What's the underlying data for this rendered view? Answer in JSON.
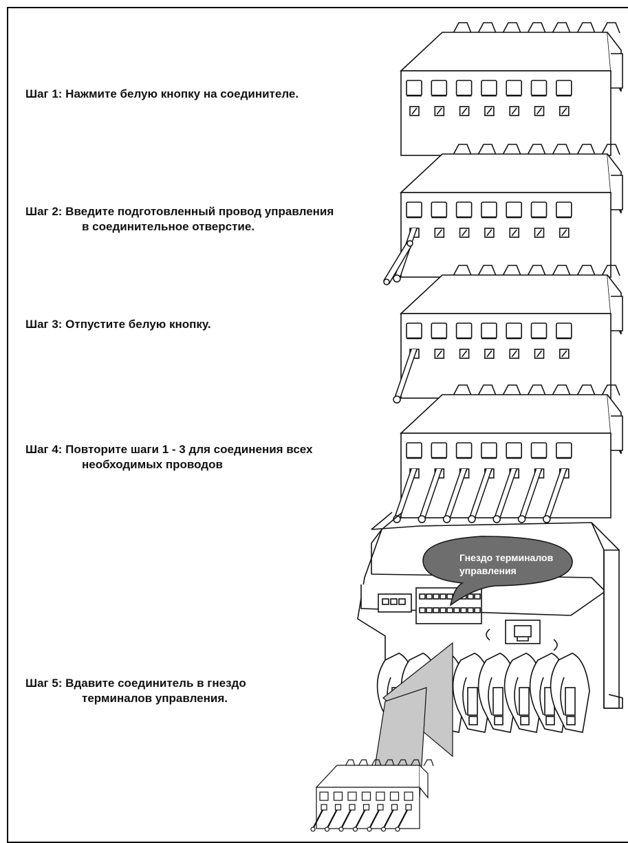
{
  "steps": [
    {
      "id": 1,
      "line1": "Шаг 1: Нажмите белую кнопку на соединителе.",
      "line2": ""
    },
    {
      "id": 2,
      "line1": "Шаг 2: Введите подготовленный провод управления",
      "line2": "в соединительное отверстие."
    },
    {
      "id": 3,
      "line1": "Шаг 3: Отпустите белую кнопку.",
      "line2": ""
    },
    {
      "id": 4,
      "line1": "Шаг 4: Повторите шаги 1 - 3 для соединения всех",
      "line2": "необходимых проводов"
    },
    {
      "id": 5,
      "line1": "Шаг 5: Вдавите соединитель в гнездо",
      "line2": "терминалов управления."
    }
  ],
  "callout": {
    "line1": "Гнездо терминалов",
    "line2": "управления"
  },
  "connectors": [
    {
      "step": 1,
      "wires": 0
    },
    {
      "step": 2,
      "wires": 1
    },
    {
      "step": 3,
      "wires": 1
    },
    {
      "step": 4,
      "wires": 7
    }
  ],
  "colors": {
    "callout_fill": "#6e6e6e",
    "arrow_fill": "#c8c8c8",
    "line": "#111111"
  }
}
